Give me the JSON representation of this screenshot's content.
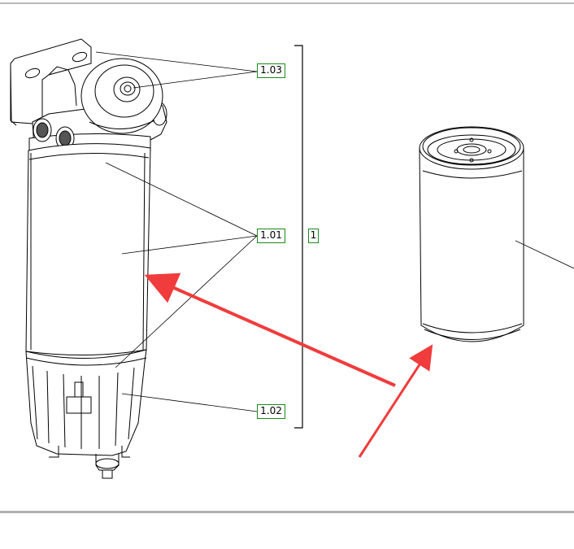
{
  "diagram": {
    "callouts": {
      "c103": "1.03",
      "c101": "1.01",
      "c102": "1.02",
      "assembly": "1"
    },
    "colors": {
      "line": "#000000",
      "callout_border": "#1a8a1a",
      "arrow": "#f03c3c",
      "frame": "#b0b0b0"
    }
  }
}
